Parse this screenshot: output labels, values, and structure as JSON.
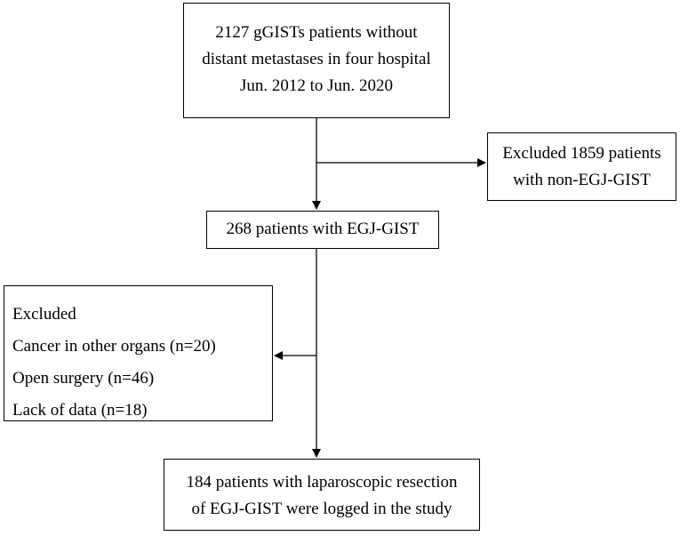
{
  "boxes": {
    "initial_cohort": {
      "lines": [
        "2127 gGISTs patients without",
        "distant metastases in four hospital",
        "Jun. 2012 to Jun. 2020"
      ]
    },
    "exclusion_1": {
      "lines": [
        "Excluded 1859 patients",
        "with non-EGJ-GIST"
      ]
    },
    "egj_cohort": {
      "lines": [
        "268 patients with EGJ-GIST"
      ]
    },
    "exclusion_2": {
      "lines": [
        "Excluded",
        "Cancer in other organs (n=20)",
        "Open surgery (n=46)",
        "Lack of data (n=18)"
      ]
    },
    "final_cohort": {
      "lines": [
        "184 patients with laparoscopic resection",
        "of EGJ-GIST were logged in the study"
      ]
    }
  },
  "colors": {
    "stroke": "#000000",
    "background": "#ffffff"
  }
}
